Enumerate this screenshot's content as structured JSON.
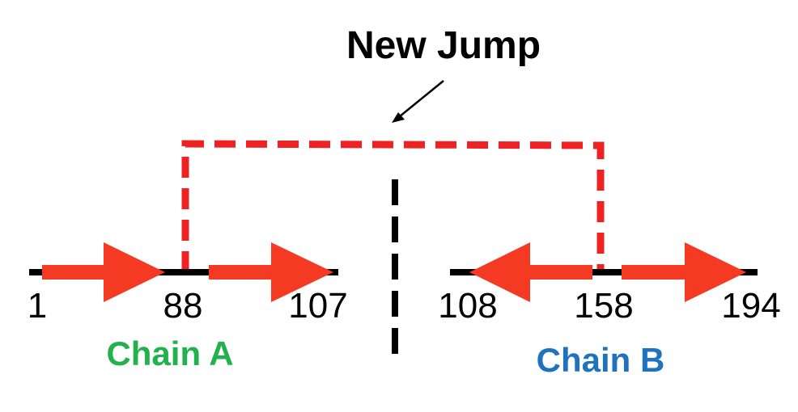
{
  "title": "New Jump",
  "colors": {
    "arrow": "#f43a22",
    "jump": "#ee2222",
    "line": "#000000",
    "chain_a": "#22b14c",
    "chain_b": "#1f72be"
  },
  "chain_a": {
    "label": "Chain A",
    "positions": {
      "start": "1",
      "jump_point": "88",
      "end": "107"
    }
  },
  "chain_b": {
    "label": "Chain B",
    "positions": {
      "start": "108",
      "jump_point": "158",
      "end": "194"
    }
  }
}
